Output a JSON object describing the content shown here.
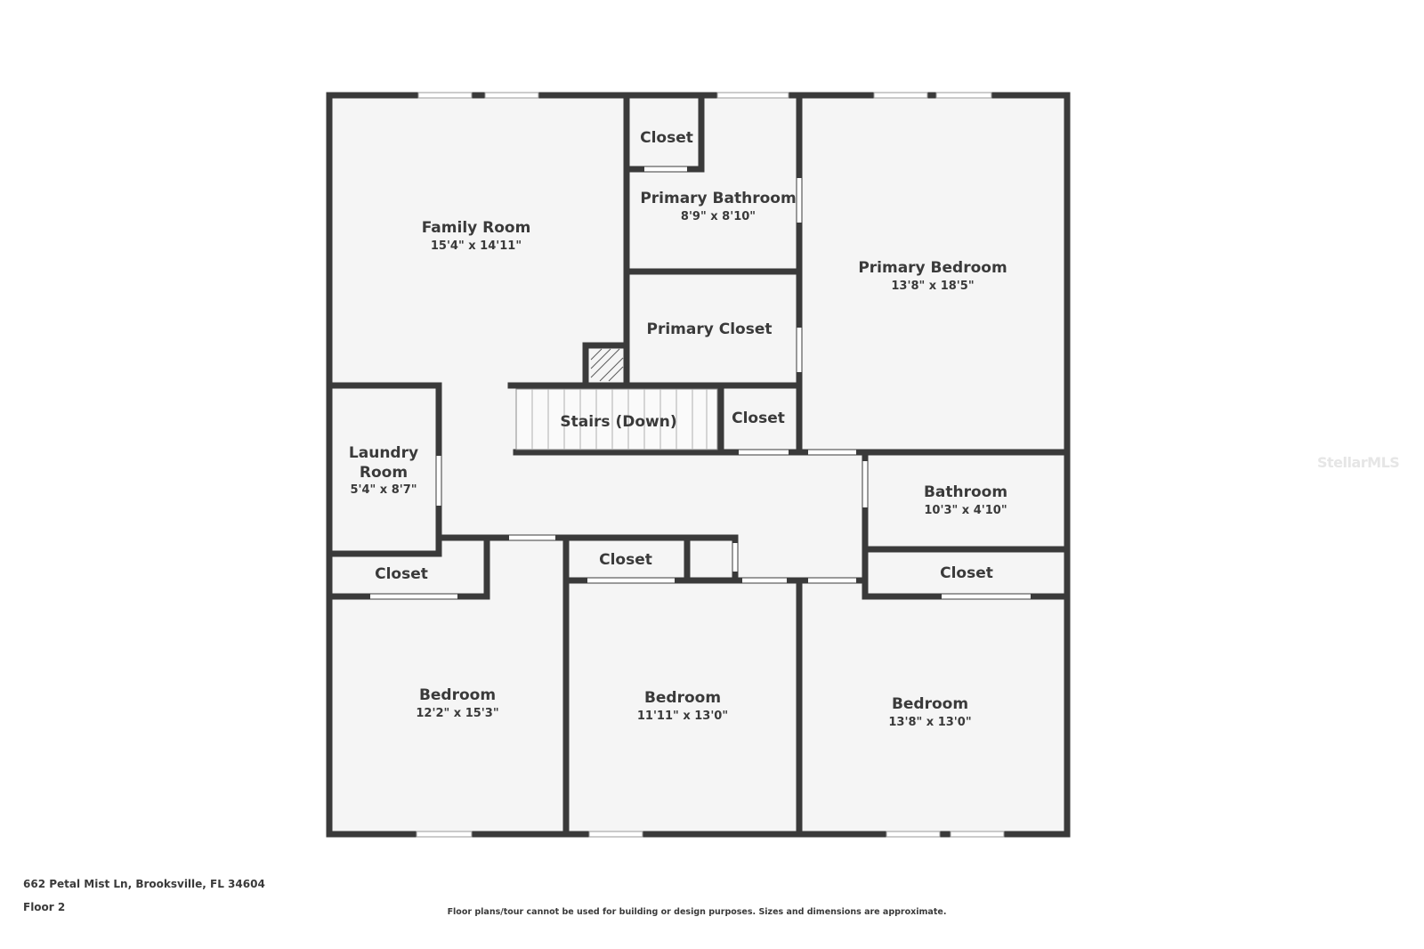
{
  "rooms": {
    "family_room": {
      "label": "Family Room",
      "dim": "15'4\" x 14'11\""
    },
    "closet_top": {
      "label": "Closet"
    },
    "primary_bathroom": {
      "label": "Primary Bathroom",
      "dim": "8'9\" x 8'10\""
    },
    "primary_bedroom": {
      "label": "Primary Bedroom",
      "dim": "13'8\" x 18'5\""
    },
    "primary_closet": {
      "label": "Primary Closet"
    },
    "stairs": {
      "label": "Stairs (Down)"
    },
    "closet_mid": {
      "label": "Closet"
    },
    "laundry_room": {
      "label_line1": "Laundry",
      "label_line2": "Room",
      "dim": "5'4\" x 8'7\""
    },
    "bathroom": {
      "label": "Bathroom",
      "dim": "10'3\" x 4'10\""
    },
    "closet_left": {
      "label": "Closet"
    },
    "closet_center": {
      "label": "Closet"
    },
    "closet_right": {
      "label": "Closet"
    },
    "bedroom_left": {
      "label": "Bedroom",
      "dim": "12'2\" x 15'3\""
    },
    "bedroom_center": {
      "label": "Bedroom",
      "dim": "11'11\" x 13'0\""
    },
    "bedroom_right": {
      "label": "Bedroom",
      "dim": "13'8\" x 13'0\""
    }
  },
  "footer": {
    "address": "662 Petal Mist Ln, Brooksville, FL 34604",
    "floor": "Floor 2",
    "disclaimer": "Floor plans/tour cannot be used for building or design purposes. Sizes and dimensions are approximate."
  },
  "watermark": "StellarMLS",
  "colors": {
    "wall": "#3a3a3a",
    "floor": "#f5f5f5",
    "opening": "#ffffff"
  }
}
